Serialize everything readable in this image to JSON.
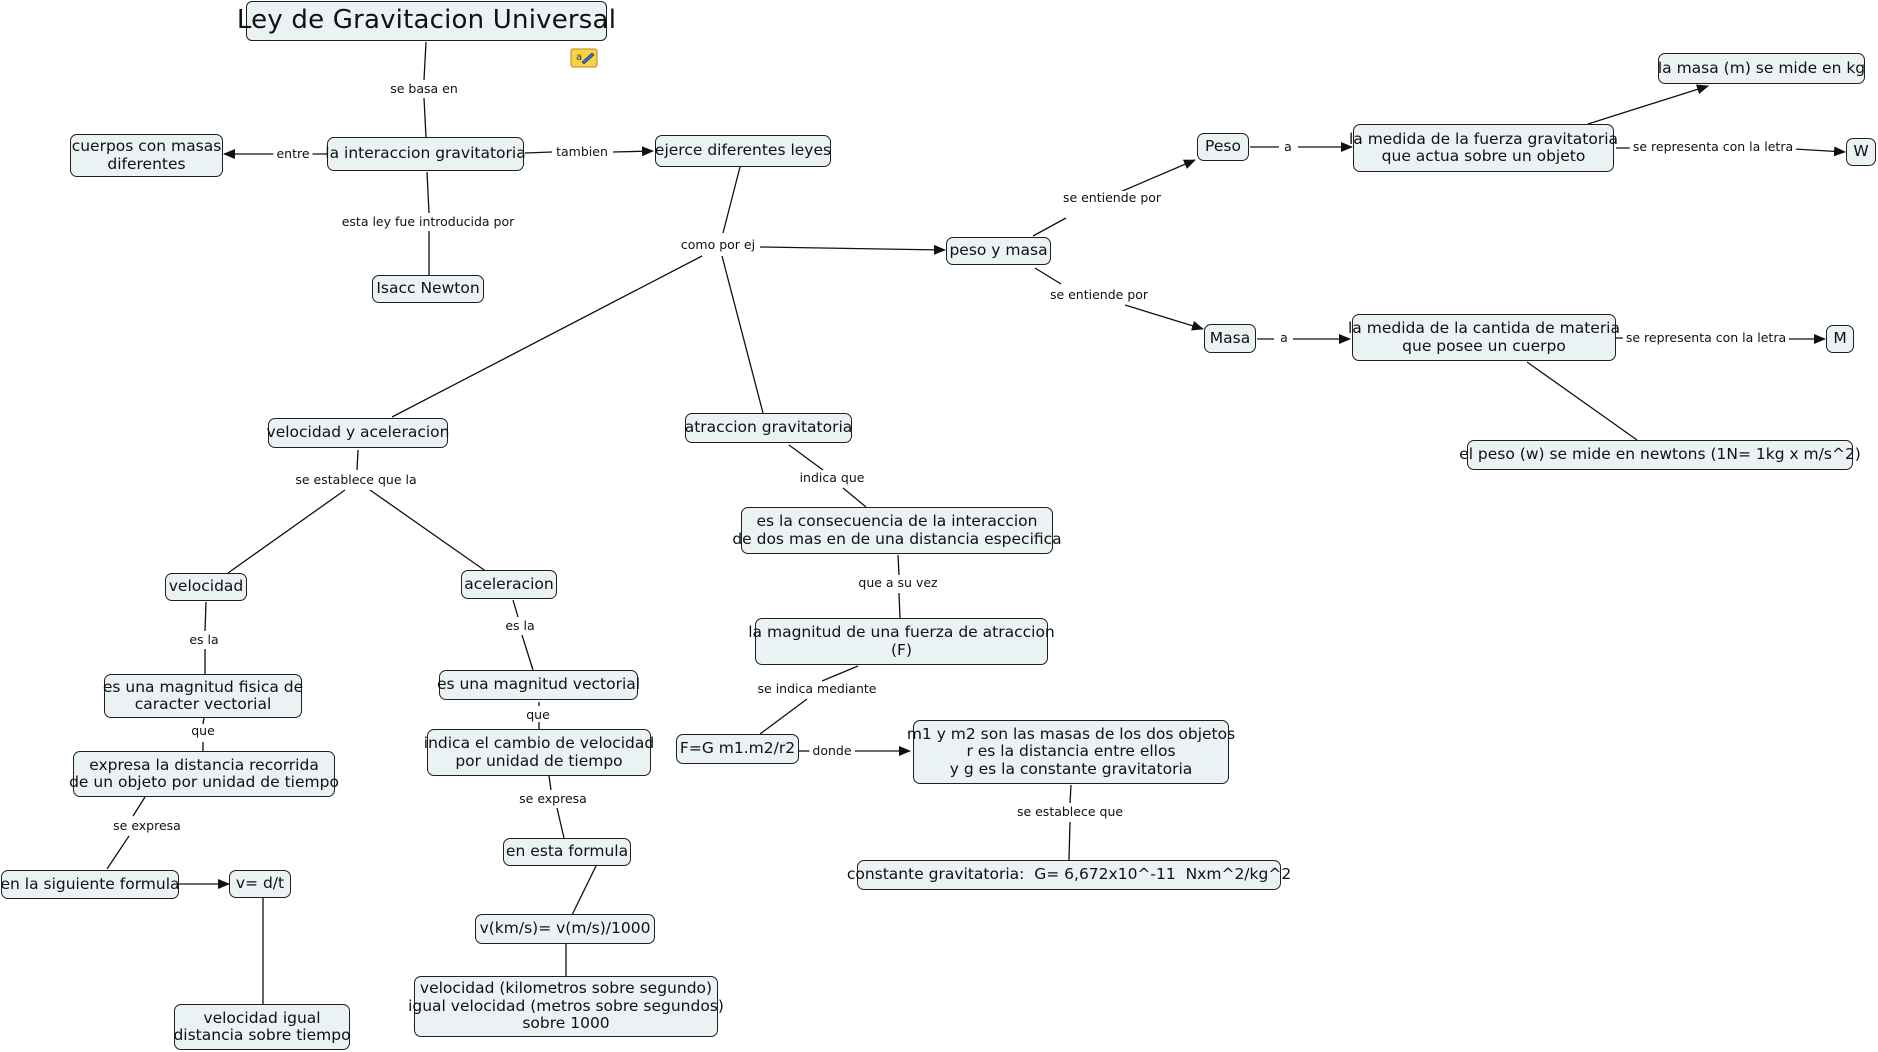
{
  "title": "Ley de Gravitacion Universal",
  "nodes": {
    "interaccion": "la interaccion gravitatoria",
    "cuerpos": "cuerpos con masas\ndiferentes",
    "newton": "Isacc Newton",
    "leyes": "ejerce diferentes leyes",
    "peso_masa": "peso y masa",
    "peso": "Peso",
    "masa": "Masa",
    "medida_fuerza": "la medida de la fuerza gravitatoria\nque actua sobre un objeto",
    "medida_materia": "la medida de la cantida de materia\nque posee un cuerpo",
    "masa_kg": "la masa (m) se mide en kg",
    "w": "W",
    "m": "M",
    "peso_newtons": "el peso (w) se mide en newtons (1N= 1kg x m/s^2)",
    "vel_acel": "velocidad y aceleracion",
    "atraccion": "atraccion gravitatoria",
    "velocidad": "velocidad",
    "aceleracion": "aceleracion",
    "mag_fisica": "es una magnitud fisica de\ncaracter vectorial",
    "mag_vectorial": "es una magnitud vectorial",
    "expresa_dist": "expresa la distancia recorrida\nde un objeto por unidad de tiempo",
    "cambio_vel": "indica el cambio de velocidad\npor unidad de tiempo",
    "sig_formula": "en la siguiente formula",
    "v_dt": "v= d/t",
    "vel_igual": "velocidad igual\ndistancia sobre tiempo",
    "esta_formula": "en esta formula",
    "v_kms": "v(km/s)= v(m/s)/1000",
    "vel_km": "velocidad (kilometros sobre segundo)\nigual velocidad (metros sobre segundos)\nsobre 1000",
    "consecuencia": "es la consecuencia de la interaccion\nde dos mas en de una distancia especifica",
    "magnitud_fuerza": "la magnitud de una fuerza de atraccion\n(F)",
    "formula_f": "F=G m1.m2/r2",
    "m1m2": "m1 y m2 son las masas de los dos objetos\nr es la distancia entre ellos\ny g es la constante gravitatoria",
    "constante": "constante gravitatoria:  G= 6,672x10^-11  Nxm^2/kg^2"
  },
  "links": {
    "se_basa_en": "se basa en",
    "entre": "entre",
    "tambien": "tambien",
    "introducida": "esta ley fue introducida por",
    "como_por_ej": "como por ej",
    "se_entiende_por_1": "se entiende por",
    "se_entiende_por_2": "se entiende por",
    "a_1": "a",
    "a_2": "a",
    "letra_1": "se representa con la letra",
    "letra_2": "se representa con la letra",
    "establece_que_la": "se establece que la",
    "es_la_1": "es la",
    "es_la_2": "es la",
    "que_1": "que",
    "que_2": "que",
    "se_expresa_1": "se expresa",
    "se_expresa_2": "se expresa",
    "indica_que": "indica que",
    "que_a_su_vez": "que a su vez",
    "se_indica": "se indica mediante",
    "donde": "donde",
    "establece_que": "se establece que"
  },
  "icons": {
    "note": "note-icon"
  }
}
